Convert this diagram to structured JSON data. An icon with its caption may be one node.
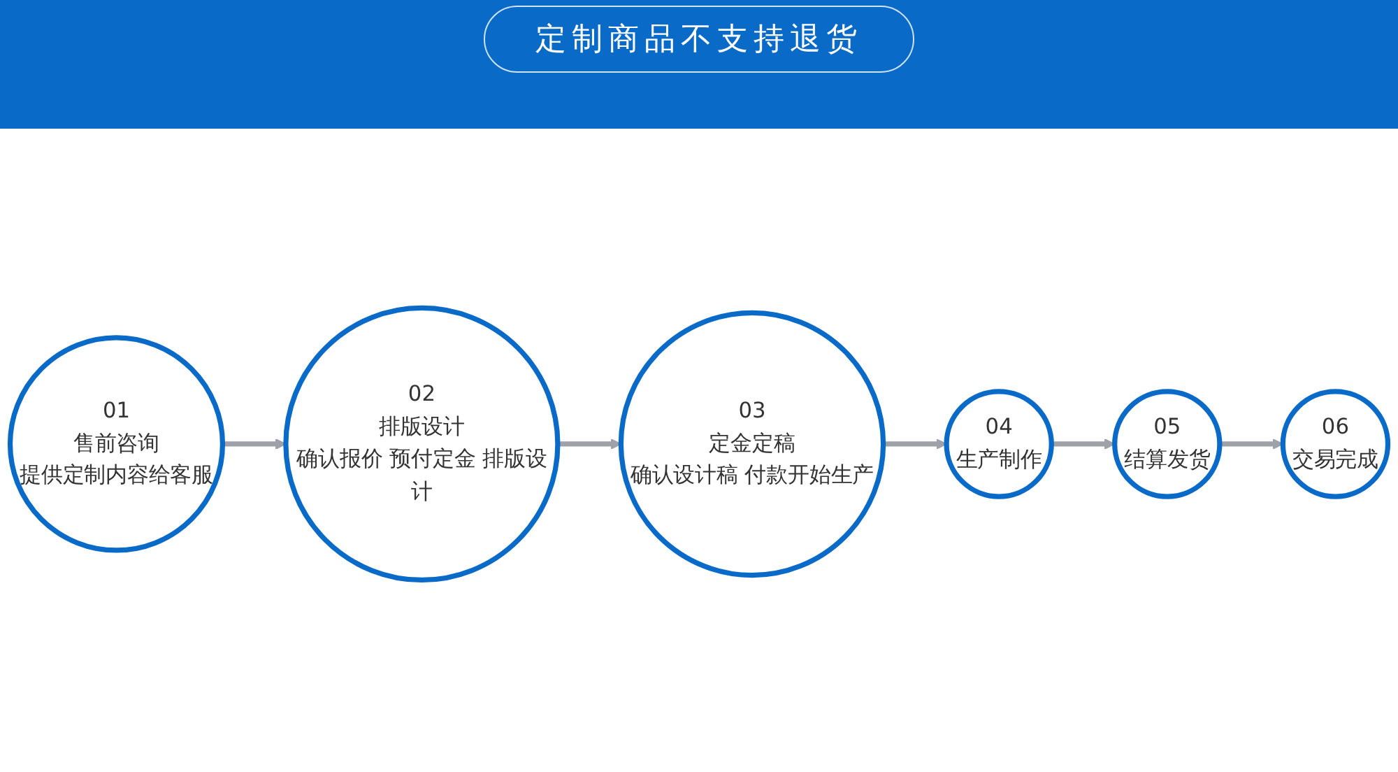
{
  "diagram": {
    "title": "定制商品不支持退货",
    "nodes": [
      {
        "text": [
          "01",
          "售前咨询",
          "提供定制内容给客服"
        ]
      },
      {
        "text": [
          "02",
          "排版设计",
          "确认报价 预付定金 排版设计"
        ]
      },
      {
        "text": [
          "03",
          "定金定稿",
          "确认设计稿 付款开始生产"
        ]
      },
      {
        "text": [
          "04",
          "生产制作"
        ]
      },
      {
        "text": [
          "05",
          "结算发货"
        ]
      },
      {
        "text": [
          "06",
          "交易完成"
        ]
      }
    ],
    "edges": [
      {
        "from": 0,
        "to": 1,
        "arrow": "to"
      },
      {
        "from": 1,
        "to": 2,
        "arrow": "to"
      },
      {
        "from": 2,
        "to": 3,
        "arrow": "to"
      },
      {
        "from": 3,
        "to": 4,
        "arrow": "to"
      },
      {
        "from": 4,
        "to": 5,
        "arrow": "to"
      }
    ]
  }
}
